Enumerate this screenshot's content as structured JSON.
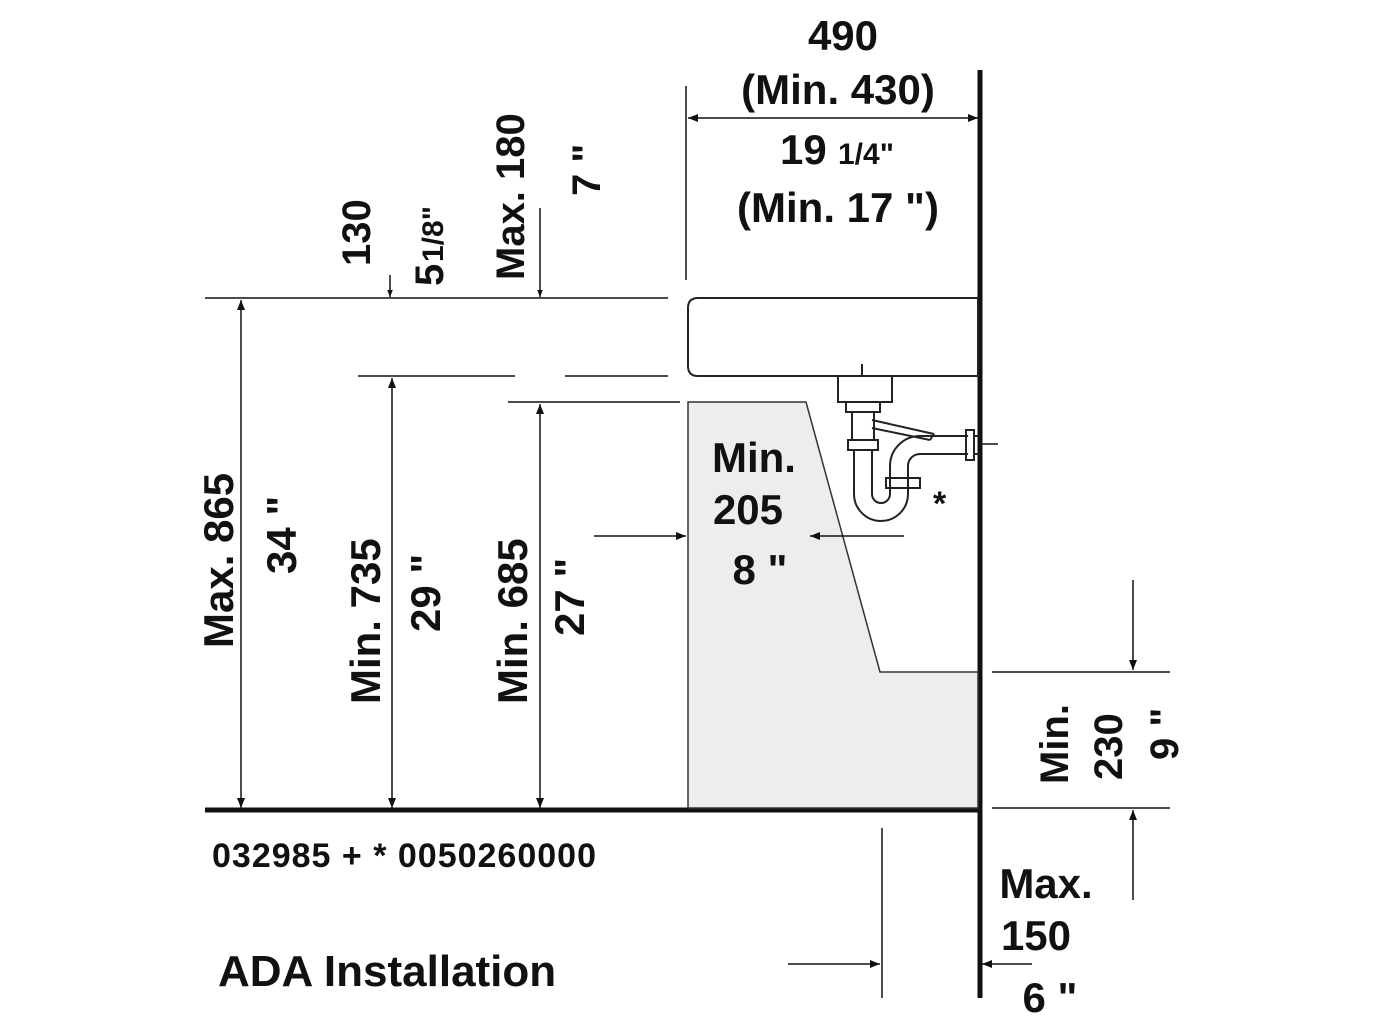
{
  "dimensions": {
    "width_mm": "490",
    "width_min_mm": "(Min. 430)",
    "width_in_whole": "19",
    "width_in_frac": "1/4\"",
    "width_min_in": "(Min. 17 \")",
    "rim_mm": "130",
    "rim_in_whole": "5",
    "rim_in_frac": "1/8\"",
    "depth_max_mm": "Max. 180",
    "depth_in": "7 \"",
    "height_max_mm": "Max. 865",
    "height_max_in": "34 \"",
    "knee_min_mm": "Min. 735",
    "knee_min_in": "29 \"",
    "toe_min_mm": "Min. 685",
    "toe_min_in": "27 \"",
    "clear_min_label": "Min.",
    "clear_min_mm": "205",
    "clear_min_in": "8 \"",
    "toe_h_min_label": "Min.",
    "toe_h_min_mm": "230",
    "toe_h_min_in": "9 \"",
    "toe_d_max_label": "Max.",
    "toe_d_max_mm": "150",
    "toe_d_max_in": "6 \""
  },
  "symbols": {
    "trap_asterisk": "*"
  },
  "article_numbers": "032985 + * 0050260000",
  "title": "ADA Installation"
}
